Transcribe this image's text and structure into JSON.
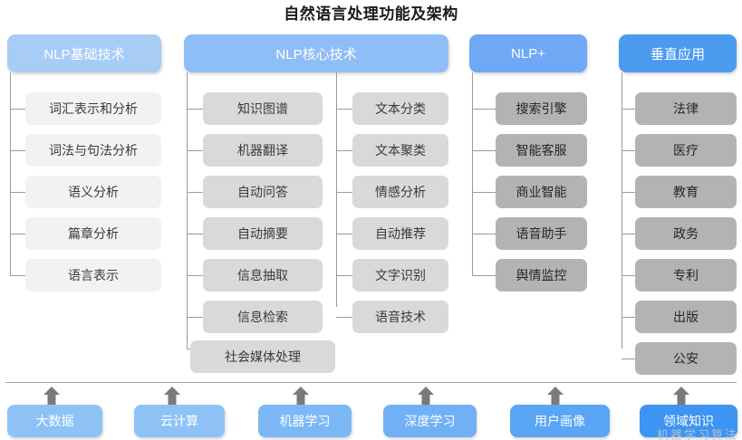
{
  "title": "自然语言处理功能及架构",
  "watermark": "机器学习算法",
  "colors": {
    "header_basic": "#a7cdf7",
    "header_core": "#8fbdf5",
    "header_plus": "#6fa8f5",
    "header_vertical": "#4a9bf0",
    "box_light": "#f2f2f2",
    "box_mid": "#d9d9d9",
    "box_dark": "#b3b3b3",
    "connector": "#9b9b9b",
    "arrow": "#7a7a7a",
    "title_text": "#1a1a1a"
  },
  "columns": [
    {
      "id": "nlp-basic",
      "header": "NLP基础技术",
      "header_color": "#a7cdf7",
      "shade": "shade-light",
      "items": [
        "词汇表示和分析",
        "词法与句法分析",
        "语义分析",
        "篇章分析",
        "语言表示"
      ]
    },
    {
      "id": "nlp-core-a",
      "header": "NLP核心技术",
      "header_color": "#8fbdf5",
      "shade": "shade-mid",
      "items": [
        "知识图谱",
        "机器翻译",
        "自动问答",
        "自动摘要",
        "信息抽取",
        "信息检索",
        "社会媒体处理"
      ]
    },
    {
      "id": "nlp-core-b",
      "header": "",
      "header_color": "#8fbdf5",
      "shade": "shade-mid",
      "items": [
        "文本分类",
        "文本聚类",
        "情感分析",
        "自动推荐",
        "文字识别",
        "语音技术"
      ]
    },
    {
      "id": "nlp-plus",
      "header": "NLP+",
      "header_color": "#6fa8f5",
      "shade": "shade-dark",
      "items": [
        "搜索引擎",
        "智能客服",
        "商业智能",
        "语音助手",
        "舆情监控"
      ]
    },
    {
      "id": "vertical-app",
      "header": "垂直应用",
      "header_color": "#4a9bf0",
      "shade": "shade-dark",
      "items": [
        "法律",
        "医疗",
        "教育",
        "政务",
        "专利",
        "出版",
        "公安"
      ]
    }
  ],
  "foundation": {
    "items": [
      {
        "label": "大数据",
        "color": "#8ec2f7"
      },
      {
        "label": "云计算",
        "color": "#8ec2f7"
      },
      {
        "label": "机器学习",
        "color": "#7db8f6"
      },
      {
        "label": "深度学习",
        "color": "#72b0f6"
      },
      {
        "label": "用户画像",
        "color": "#5aa5f4"
      },
      {
        "label": "领域知识",
        "color": "#3d94f2"
      }
    ]
  }
}
